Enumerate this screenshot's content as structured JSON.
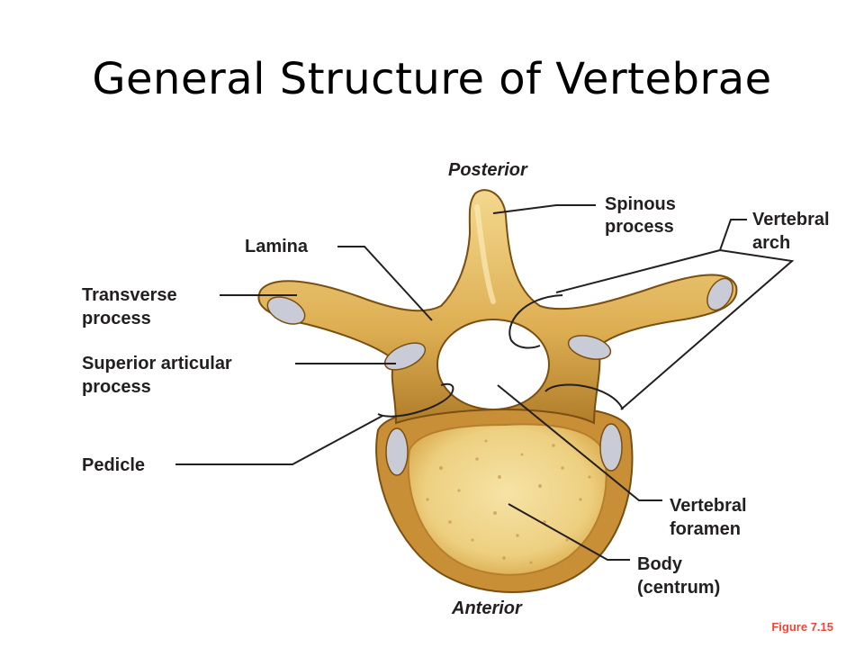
{
  "slide": {
    "title": "General Structure of Vertebrae"
  },
  "diagram": {
    "orientation_top": "Posterior",
    "orientation_bottom": "Anterior",
    "labels": {
      "spinous_process": [
        "Spinous",
        "process"
      ],
      "vertebral_arch": [
        "Vertebral",
        "arch"
      ],
      "lamina": "Lamina",
      "transverse_process": [
        "Transverse",
        "process"
      ],
      "superior_articular_process": [
        "Superior articular",
        "process"
      ],
      "pedicle": "Pedicle",
      "vertebral_foramen": [
        "Vertebral",
        "foramen"
      ],
      "body": [
        "Body",
        "(centrum)"
      ]
    },
    "colors": {
      "bone": "#d9a84a",
      "bone_light": "#f0d48a",
      "bone_dark": "#8a5a14",
      "cartilage": "#c9ccd6",
      "leader": "#231f20"
    }
  },
  "figure_ref": "Figure 7.15"
}
